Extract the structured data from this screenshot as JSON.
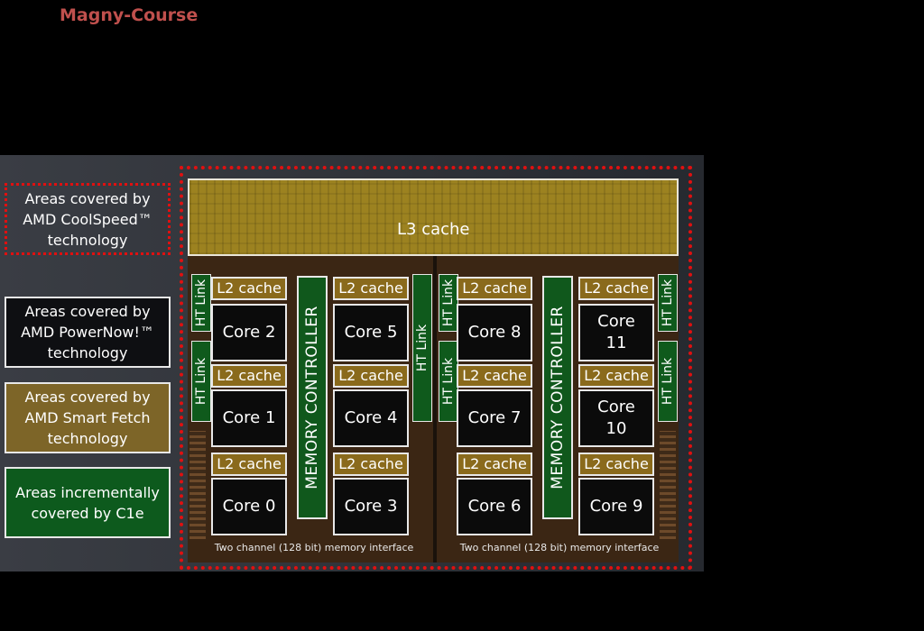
{
  "title": "Magny-Course",
  "legend": {
    "coolspeed": "Areas covered by AMD CoolSpeed™ technology",
    "powernow": "Areas covered by AMD PowerNow!™ technology",
    "smartfetch": "Areas covered by AMD Smart Fetch technology",
    "c1e": "Areas incrementally covered by C1e"
  },
  "die": {
    "l3_label": "L3 cache",
    "l2_label": "L2 cache",
    "ht_label": "HT Link",
    "mc_label": "MEMORY CONTROLLER",
    "mem_interface": "Two channel (128 bit) memory interface",
    "cores": {
      "c0": "Core 0",
      "c1": "Core 1",
      "c2": "Core 2",
      "c3": "Core 3",
      "c4": "Core 4",
      "c5": "Core 5",
      "c6": "Core 6",
      "c7": "Core 7",
      "c8": "Core 8",
      "c9": "Core 9",
      "c10": "Core 10",
      "c11": "Core 11"
    }
  },
  "colors": {
    "title": "#c0504d",
    "coolspeed_outline": "#e01010",
    "powernow": "#0e0f12",
    "smartfetch": "#7d6528",
    "c1e": "#0d5a1d"
  }
}
